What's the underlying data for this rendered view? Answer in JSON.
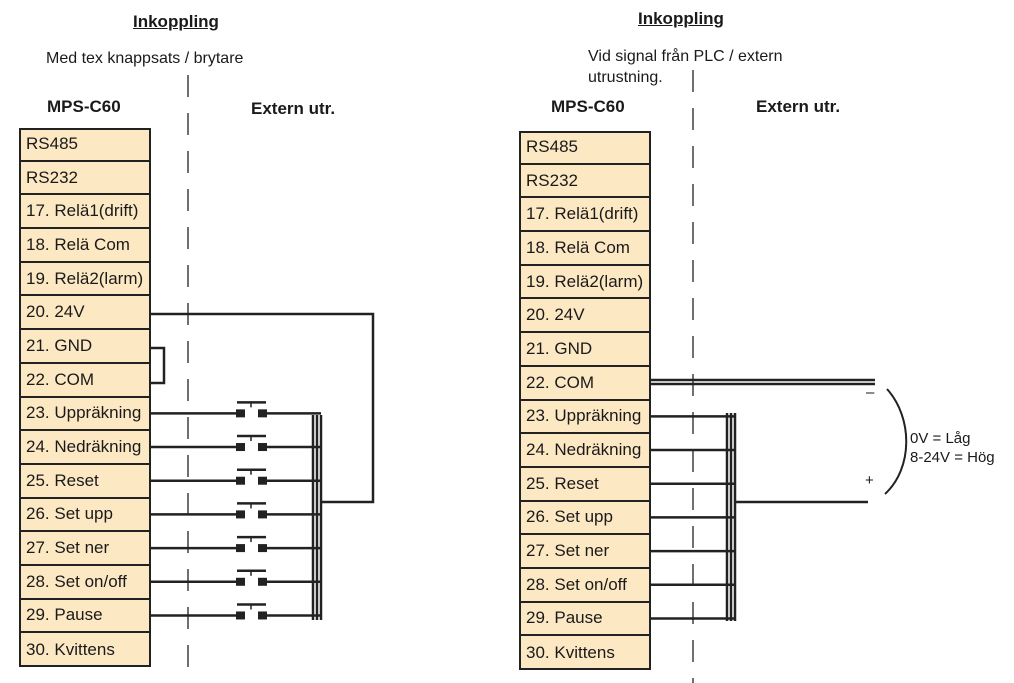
{
  "colors": {
    "terminal_fill": "#fde8c4",
    "line": "#222222"
  },
  "left": {
    "heading": "Inkoppling",
    "subtitle": "Med tex knappsats / brytare",
    "device_label": "MPS-C60",
    "external_label": "Extern utr.",
    "terminals": [
      "RS485",
      "RS232",
      "17. Relä1(drift)",
      "18. Relä Com",
      "19. Relä2(larm)",
      "20. 24V",
      "21. GND",
      "22. COM",
      "23. Uppräkning",
      "24. Nedräkning",
      "25. Reset",
      "26. Set upp",
      "27. Set ner",
      "28. Set on/off",
      "29. Pause",
      "30. Kvittens"
    ],
    "switches": [
      "switch",
      "switch",
      "switch",
      "switch",
      "switch",
      "switch",
      "switch"
    ]
  },
  "right": {
    "heading": "Inkoppling",
    "subtitle_line1": "Vid signal från PLC / extern",
    "subtitle_line2": "utrustning.",
    "device_label": "MPS-C60",
    "external_label": "Extern utr.",
    "terminals": [
      "RS485",
      "RS232",
      "17. Relä1(drift)",
      "18. Relä Com",
      "19. Relä2(larm)",
      "20. 24V",
      "21. GND",
      "22. COM",
      "23. Uppräkning",
      "24. Nedräkning",
      "25. Reset",
      "26. Set upp",
      "27. Set ner",
      "28. Set on/off",
      "29. Pause",
      "30. Kvittens"
    ],
    "minus": "–",
    "plus": "+",
    "note_line1": "0V = Låg",
    "note_line2": "8-24V = Hög"
  }
}
